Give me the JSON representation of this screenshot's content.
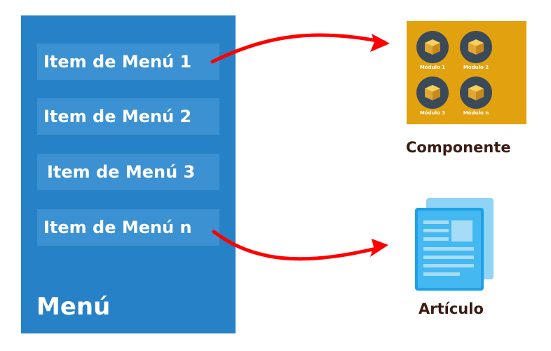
{
  "menu": {
    "items": [
      {
        "label": "Item de Menú 1"
      },
      {
        "label": "Item de Menú 2"
      },
      {
        "label": "Item de Menú 3"
      },
      {
        "label": "Item de Menú n"
      }
    ],
    "title": "Menú"
  },
  "component": {
    "modules": [
      {
        "label": "Módulo 1"
      },
      {
        "label": "Módulo 2"
      },
      {
        "label": "Módulo 3"
      },
      {
        "label": "Módulo n"
      }
    ],
    "caption": "Componente"
  },
  "article": {
    "caption": "Artículo"
  },
  "colors": {
    "menu_panel": "#2681c6",
    "menu_item": "#3b91d1",
    "component_bg": "#e2a20f",
    "arrow": "#ff0000",
    "caption_text": "#3a1c12"
  },
  "icons": [
    "box-icon",
    "article-document-icon",
    "arrow-icon"
  ]
}
